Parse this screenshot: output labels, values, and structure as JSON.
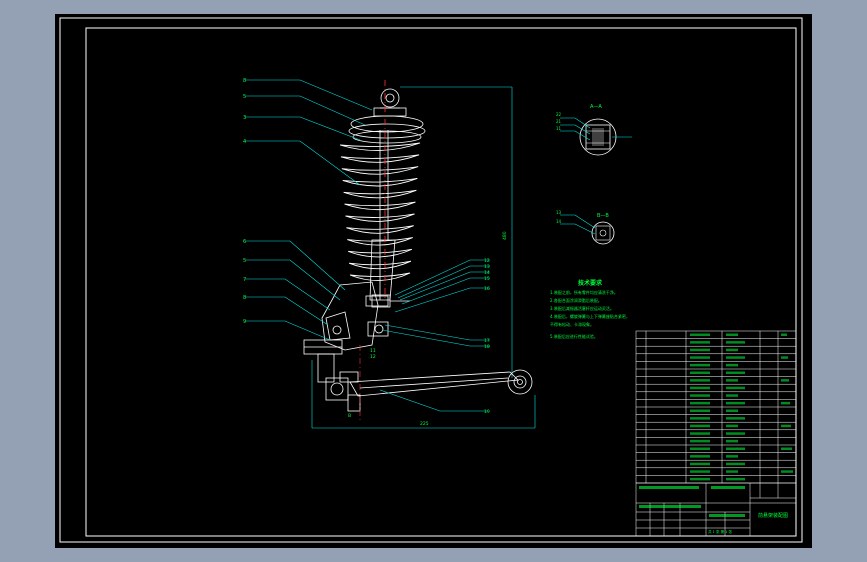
{
  "colors": {
    "background": "#94a0b4",
    "sheet": "#000000",
    "frame": "#ffffff",
    "leader": "#00e5e5",
    "text": "#00ff3c",
    "part": "#ffffff",
    "centerline": "#ff3030"
  },
  "drawing": {
    "left_labels": [
      "8",
      "5",
      "3",
      "4",
      "6",
      "5",
      "7",
      "8",
      "9"
    ],
    "right_labels": [
      "12",
      "13",
      "14",
      "15",
      "16"
    ],
    "right_labels_lower": [
      "17",
      "18"
    ],
    "bottom_labels": [
      "19"
    ],
    "bottom_small_labels": [
      "11",
      "12"
    ],
    "section_a_title": "A—A",
    "section_a_labels": [
      "22",
      "21",
      "11"
    ],
    "section_b_title": "B—B",
    "section_b_labels": [
      "13",
      "14"
    ],
    "view_label": "B",
    "dim_vertical": "480",
    "dim_horizontal": "225"
  },
  "notes": {
    "title": "技术要求",
    "lines": [
      "1.装配之前，所有零件均应清洗干净。",
      "2.各配合面涂润滑脂后装配。",
      "3.装配后减振器活塞杆应运动灵活。",
      "4.装配后，螺旋弹簧与上下弹簧座贴合紧密，",
      "  不得有松动、卡滞现象。",
      "5.装配后应进行性能试验。"
    ]
  },
  "title_block": {
    "drawing_name": "前悬架装配图",
    "sheet_info": "共 1 张  第 1 张"
  }
}
